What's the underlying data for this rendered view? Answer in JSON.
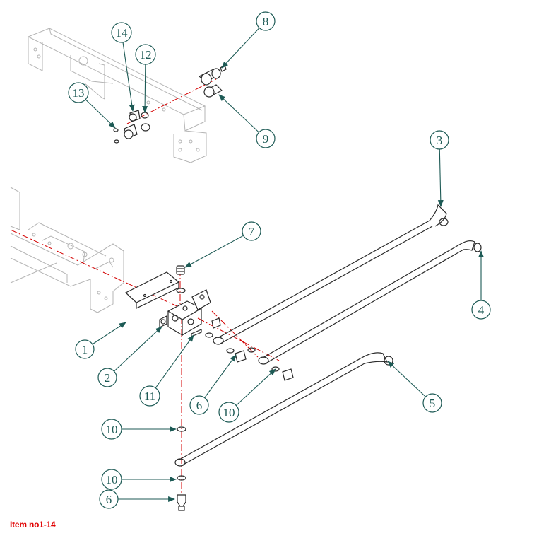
{
  "caption": "Item no1-14",
  "colors": {
    "callout": "#1d5a55",
    "frame_line": "#b4b4b4",
    "centerline": "#d40000",
    "part_line": "#2a2a2a",
    "caption": "#e00000"
  },
  "callouts": [
    {
      "id": "1",
      "label": "1"
    },
    {
      "id": "2",
      "label": "2"
    },
    {
      "id": "3",
      "label": "3"
    },
    {
      "id": "4",
      "label": "4"
    },
    {
      "id": "5",
      "label": "5"
    },
    {
      "id": "6a",
      "label": "6"
    },
    {
      "id": "6b",
      "label": "6"
    },
    {
      "id": "7",
      "label": "7"
    },
    {
      "id": "8",
      "label": "8"
    },
    {
      "id": "9",
      "label": "9"
    },
    {
      "id": "10a",
      "label": "10"
    },
    {
      "id": "10b",
      "label": "10"
    },
    {
      "id": "10c",
      "label": "10"
    },
    {
      "id": "11",
      "label": "11"
    },
    {
      "id": "12",
      "label": "12"
    },
    {
      "id": "13",
      "label": "13"
    },
    {
      "id": "14",
      "label": "14"
    }
  ]
}
